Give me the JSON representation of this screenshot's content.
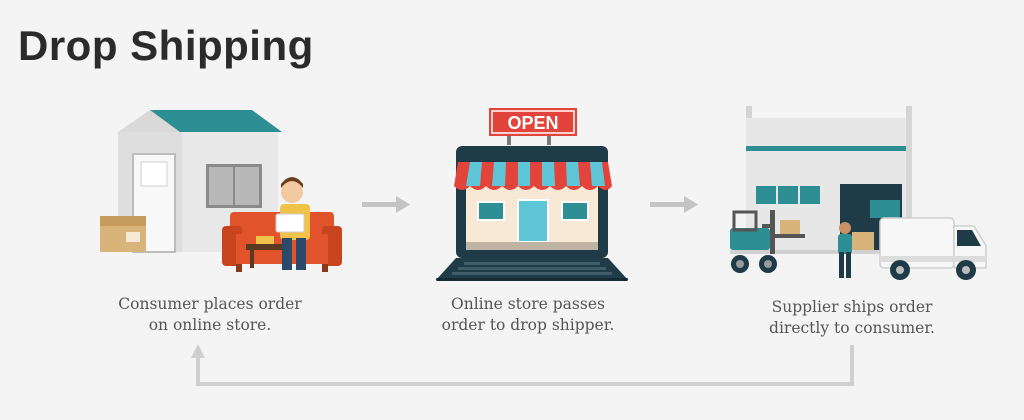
{
  "title": "Drop Shipping",
  "sign_text": "OPEN",
  "steps": [
    {
      "line1": "Consumer places order",
      "line2": "on online store."
    },
    {
      "line1": "Online store passes",
      "line2": "order to drop shipper."
    },
    {
      "line1": "Supplier ships order",
      "line2": "directly to consumer."
    }
  ],
  "colors": {
    "teal": "#2d8e94",
    "store_red": "#e2433b",
    "sofa_orange": "#e1542b",
    "laptop_dark": "#1f3b47",
    "box_tan": "#d9b47a",
    "arrow_gray": "#c4c4c4"
  }
}
